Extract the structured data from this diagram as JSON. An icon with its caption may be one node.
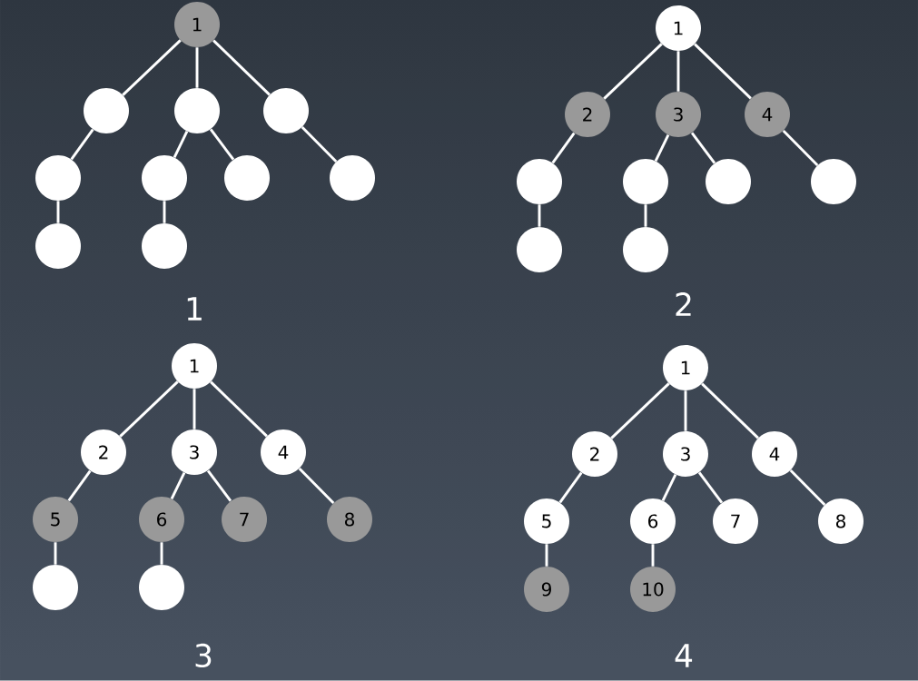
{
  "diagram": {
    "nodes": [
      {
        "text": [
          "1"
        ]
      },
      {
        "text": [],
        "shape": "circle"
      },
      {
        "text": [],
        "shape": "circle"
      },
      {
        "text": [],
        "shape": "circle"
      },
      {
        "text": [],
        "shape": "circle"
      },
      {
        "text": [],
        "shape": "circle"
      },
      {
        "text": [],
        "shape": "circle"
      },
      {
        "text": [],
        "shape": "circle"
      },
      {
        "text": [],
        "shape": "circle"
      },
      {
        "text": [],
        "shape": "circle"
      },
      {
        "text": [
          "1"
        ]
      },
      {
        "text": [
          "2"
        ]
      },
      {
        "text": [
          "3"
        ]
      },
      {
        "text": [
          "4"
        ]
      },
      {
        "text": [],
        "shape": "circle"
      },
      {
        "text": [],
        "shape": "circle"
      },
      {
        "text": [],
        "shape": "circle"
      },
      {
        "text": [],
        "shape": "circle"
      },
      {
        "text": [],
        "shape": "circle"
      },
      {
        "text": [],
        "shape": "circle"
      },
      {
        "text": [
          "1"
        ]
      },
      {
        "text": [
          "2"
        ]
      },
      {
        "text": [
          "3"
        ]
      },
      {
        "text": [
          "4"
        ]
      },
      {
        "text": [
          "5"
        ]
      },
      {
        "text": [
          "6"
        ]
      },
      {
        "text": [
          "7"
        ]
      },
      {
        "text": [
          "8"
        ]
      },
      {
        "text": [],
        "shape": "circle"
      },
      {
        "text": [],
        "shape": "circle"
      },
      {
        "text": [
          "1"
        ]
      },
      {
        "text": [
          "2"
        ]
      },
      {
        "text": [
          "3"
        ]
      },
      {
        "text": [
          "4"
        ]
      },
      {
        "text": [
          "5"
        ]
      },
      {
        "text": [
          "6"
        ]
      },
      {
        "text": [
          "7"
        ]
      },
      {
        "text": [
          "8"
        ]
      },
      {
        "text": [
          "9"
        ]
      },
      {
        "text": [
          "10"
        ]
      }
    ],
    "edges": [
      {
        "from": 0,
        "to": 1,
        "arrow": "none"
      },
      {
        "from": 0,
        "to": 2,
        "arrow": "none"
      },
      {
        "from": 0,
        "to": 3,
        "arrow": "none"
      },
      {
        "from": 1,
        "to": 4,
        "arrow": "none"
      },
      {
        "from": 2,
        "to": 5,
        "arrow": "none"
      },
      {
        "from": 2,
        "to": 6,
        "arrow": "none"
      },
      {
        "from": 3,
        "to": 7,
        "arrow": "none"
      },
      {
        "from": 4,
        "to": 8,
        "arrow": "none"
      },
      {
        "from": 5,
        "to": 9,
        "arrow": "none"
      },
      {
        "from": 10,
        "to": 11,
        "arrow": "none"
      },
      {
        "from": 10,
        "to": 12,
        "arrow": "none"
      },
      {
        "from": 10,
        "to": 13,
        "arrow": "none"
      },
      {
        "from": 11,
        "to": 14,
        "arrow": "none"
      },
      {
        "from": 12,
        "to": 15,
        "arrow": "none"
      },
      {
        "from": 12,
        "to": 16,
        "arrow": "none"
      },
      {
        "from": 13,
        "to": 17,
        "arrow": "none"
      },
      {
        "from": 14,
        "to": 18,
        "arrow": "none"
      },
      {
        "from": 15,
        "to": 19,
        "arrow": "none"
      },
      {
        "from": 20,
        "to": 21,
        "arrow": "none"
      },
      {
        "from": 20,
        "to": 22,
        "arrow": "none"
      },
      {
        "from": 20,
        "to": 23,
        "arrow": "none"
      },
      {
        "from": 21,
        "to": 24,
        "arrow": "none"
      },
      {
        "from": 22,
        "to": 25,
        "arrow": "none"
      },
      {
        "from": 22,
        "to": 26,
        "arrow": "none"
      },
      {
        "from": 23,
        "to": 27,
        "arrow": "none"
      },
      {
        "from": 24,
        "to": 28,
        "arrow": "none"
      },
      {
        "from": 25,
        "to": 29,
        "arrow": "none"
      },
      {
        "from": 30,
        "to": 31,
        "arrow": "none"
      },
      {
        "from": 30,
        "to": 32,
        "arrow": "none"
      },
      {
        "from": 30,
        "to": 33,
        "arrow": "none"
      },
      {
        "from": 31,
        "to": 34,
        "arrow": "none"
      },
      {
        "from": 32,
        "to": 35,
        "arrow": "none"
      },
      {
        "from": 32,
        "to": 36,
        "arrow": "none"
      },
      {
        "from": 33,
        "to": 37,
        "arrow": "none"
      },
      {
        "from": 34,
        "to": 38,
        "arrow": "none"
      },
      {
        "from": 35,
        "to": 39,
        "arrow": "none"
      }
    ],
    "labels": [
      "1",
      "2",
      "3",
      "4"
    ]
  }
}
